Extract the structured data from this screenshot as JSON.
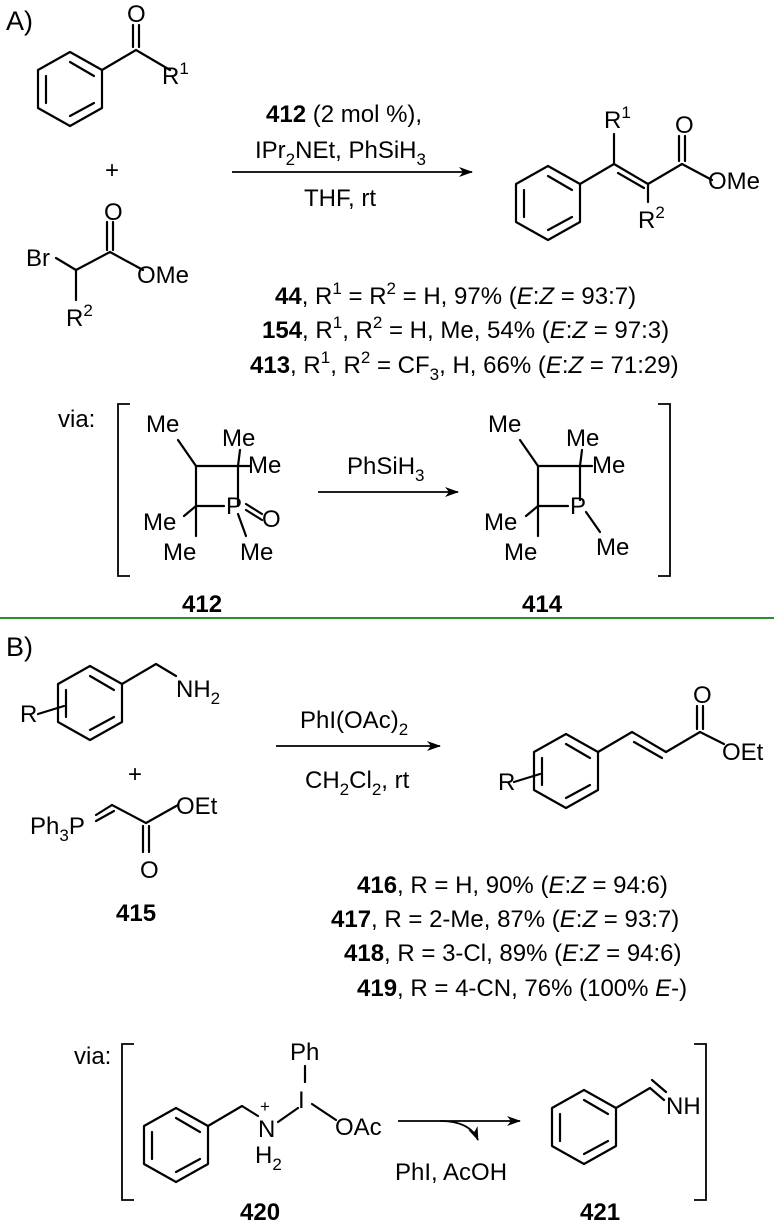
{
  "panel_a": {
    "label": "A)",
    "reactant1_R": "R",
    "reactant1_R_sup": "1",
    "reactant1_O": "O",
    "plus": "+",
    "reactant2_Br": "Br",
    "reactant2_O": "O",
    "reactant2_OMe": "OMe",
    "reactant2_R": "R",
    "reactant2_R_sup": "2",
    "reagent_line1_bold": "412",
    "reagent_line1_rest": " (2 mol %),",
    "reagent_line2_a": "IPr",
    "reagent_line2_sub1": "2",
    "reagent_line2_b": "NEt, PhSiH",
    "reagent_line2_sub2": "3",
    "reagent_line3": "THF, rt",
    "product_R1": "R",
    "product_R1_sup": "1",
    "product_O": "O",
    "product_OMe": "OMe",
    "product_R2": "R",
    "product_R2_sup": "2",
    "results": [
      {
        "cmpd": "44",
        "t1": ", R",
        "s1": "1",
        "t2": " = R",
        "s2": "2",
        "t3": " = H, 97% (",
        "e": "E",
        "c": ":",
        "z": "Z",
        "tail": " = 93:7)"
      },
      {
        "cmpd": "154",
        "t1": ", R",
        "s1": "1",
        "t2": ", R",
        "s2": "2",
        "t3": " = H, Me, 54% (",
        "e": "E",
        "c": ":",
        "z": "Z",
        "tail": " = 97:3)"
      },
      {
        "cmpd": "413",
        "t1": ", R",
        "s1": "1",
        "t2": ", R",
        "s2": "2",
        "t3": " = CF",
        "s3": "3",
        "t4": ", H, 66% (",
        "e": "E",
        "c": ":",
        "z": "Z",
        "tail": " = 71:29)"
      }
    ],
    "via": "via:",
    "me": "Me",
    "p": "P",
    "po_label": "P=O",
    "o": "O",
    "arrow_reagent_a": "PhSiH",
    "arrow_reagent_sub": "3",
    "cmpd_left": "412",
    "cmpd_right": "414"
  },
  "divider_color": "#2e8b2e",
  "panel_b": {
    "label": "B)",
    "amine_R": "R",
    "amine_NH": "NH",
    "amine_NH_sub": "2",
    "plus": "+",
    "ylide_ph": "Ph",
    "ylide_ph_sub": "3",
    "ylide_P": "P",
    "ylide_OEt": "OEt",
    "ylide_O": "O",
    "ylide_cmpd": "415",
    "reagent_line1_a": "PhI(OAc)",
    "reagent_line1_sub": "2",
    "reagent_line2_a": "CH",
    "reagent_line2_sub1": "2",
    "reagent_line2_b": "Cl",
    "reagent_line2_sub2": "2",
    "reagent_line2_c": ", rt",
    "product_R": "R",
    "product_O": "O",
    "product_OEt": "OEt",
    "results": [
      {
        "cmpd": "416",
        "text": ", R = H, 90% (",
        "e": "E",
        "c": ":",
        "z": "Z",
        "tail": " = 94:6)"
      },
      {
        "cmpd": "417",
        "text": ", R = 2-Me, 87% (",
        "e": "E",
        "c": ":",
        "z": "Z",
        "tail": " = 93:7)"
      },
      {
        "cmpd": "418",
        "text": ", R = 3-Cl, 89% (",
        "e": "E",
        "c": ":",
        "z": "Z",
        "tail": " = 94:6)"
      },
      {
        "cmpd": "419",
        "text": ", R = 4-CN, 76% (100% ",
        "e": "E",
        "tail": "-)"
      }
    ],
    "via": "via:",
    "int_ph": "Ph",
    "int_N": "N",
    "int_plus": "+",
    "int_H": "H",
    "int_H_sub": "2",
    "int_I": "I",
    "int_OAc": "OAc",
    "byproduct": "PhI, AcOH",
    "imine_NH": "NH",
    "cmpd_left": "420",
    "cmpd_right": "421"
  }
}
